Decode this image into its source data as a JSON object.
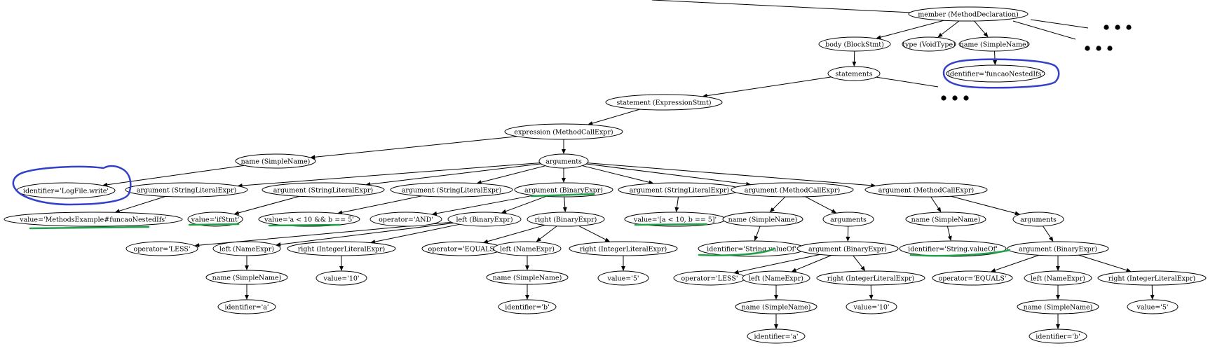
{
  "nodes": [
    {
      "id": "member",
      "label": "member (MethodDeclaration)"
    },
    {
      "id": "body",
      "label": "body (BlockStmt)"
    },
    {
      "id": "type",
      "label": "type (VoidType)"
    },
    {
      "id": "mname",
      "label": "name (SimpleName)"
    },
    {
      "id": "mident",
      "label": "identifier='funcaoNestedIfs'"
    },
    {
      "id": "statements",
      "label": "statements"
    },
    {
      "id": "stmt",
      "label": "statement (ExpressionStmt)"
    },
    {
      "id": "expr",
      "label": "expression (MethodCallExpr)"
    },
    {
      "id": "ename",
      "label": "name (SimpleName)"
    },
    {
      "id": "eident",
      "label": "identifier='LogFile.write'"
    },
    {
      "id": "args",
      "label": "arguments"
    },
    {
      "id": "a1",
      "label": "argument (StringLiteralExpr)"
    },
    {
      "id": "a1v",
      "label": "value='MethodsExample#funcaoNestedIfs'"
    },
    {
      "id": "a2",
      "label": "argument (StringLiteralExpr)"
    },
    {
      "id": "a2v",
      "label": "value='ifStmt'"
    },
    {
      "id": "a3",
      "label": "argument (StringLiteralExpr)"
    },
    {
      "id": "a3v",
      "label": "value='a < 10 && b == 5'"
    },
    {
      "id": "a4",
      "label": "argument (BinaryExpr)"
    },
    {
      "id": "a4op",
      "label": "operator='AND'"
    },
    {
      "id": "a4l",
      "label": "left (BinaryExpr)"
    },
    {
      "id": "a4lop",
      "label": "operator='LESS'"
    },
    {
      "id": "a4ll",
      "label": "left (NameExpr)"
    },
    {
      "id": "a4lln",
      "label": "name (SimpleName)"
    },
    {
      "id": "a4llni",
      "label": "identifier='a'"
    },
    {
      "id": "a4lr",
      "label": "right (IntegerLiteralExpr)"
    },
    {
      "id": "a4lrv",
      "label": "value='10'"
    },
    {
      "id": "a4r",
      "label": "right (BinaryExpr)"
    },
    {
      "id": "a4rop",
      "label": "operator='EQUALS'"
    },
    {
      "id": "a4rl",
      "label": "left (NameExpr)"
    },
    {
      "id": "a4rln",
      "label": "name (SimpleName)"
    },
    {
      "id": "a4rlni",
      "label": "identifier='b'"
    },
    {
      "id": "a4rr",
      "label": "right (IntegerLiteralExpr)"
    },
    {
      "id": "a4rrv",
      "label": "value='5'"
    },
    {
      "id": "a5",
      "label": "argument (StringLiteralExpr)"
    },
    {
      "id": "a5v",
      "label": "value='[a < 10, b == 5]'"
    },
    {
      "id": "a6",
      "label": "argument (MethodCallExpr)"
    },
    {
      "id": "a6n",
      "label": "name (SimpleName)"
    },
    {
      "id": "a6ni",
      "label": "identifier='String.valueOf'"
    },
    {
      "id": "a6args",
      "label": "arguments"
    },
    {
      "id": "a6b",
      "label": "argument (BinaryExpr)"
    },
    {
      "id": "a6bop",
      "label": "operator='LESS'"
    },
    {
      "id": "a6bl",
      "label": "left (NameExpr)"
    },
    {
      "id": "a6bln",
      "label": "name (SimpleName)"
    },
    {
      "id": "a6blni",
      "label": "identifier='a'"
    },
    {
      "id": "a6br",
      "label": "right (IntegerLiteralExpr)"
    },
    {
      "id": "a6brv",
      "label": "value='10'"
    },
    {
      "id": "a7",
      "label": "argument (MethodCallExpr)"
    },
    {
      "id": "a7n",
      "label": "name (SimpleName)"
    },
    {
      "id": "a7ni",
      "label": "identifier='String.valueOf'"
    },
    {
      "id": "a7args",
      "label": "arguments"
    },
    {
      "id": "a7b",
      "label": "argument (BinaryExpr)"
    },
    {
      "id": "a7bop",
      "label": "operator='EQUALS'"
    },
    {
      "id": "a7bl",
      "label": "left (NameExpr)"
    },
    {
      "id": "a7bln",
      "label": "name (SimpleName)"
    },
    {
      "id": "a7blni",
      "label": "identifier='b'"
    },
    {
      "id": "a7br",
      "label": "right (IntegerLiteralExpr)"
    },
    {
      "id": "a7brv",
      "label": "value='5'"
    }
  ],
  "edges": [
    [
      "member",
      "body"
    ],
    [
      "member",
      "type"
    ],
    [
      "member",
      "mname"
    ],
    [
      "mname",
      "mident"
    ],
    [
      "body",
      "statements"
    ],
    [
      "statements",
      "stmt"
    ],
    [
      "stmt",
      "expr"
    ],
    [
      "expr",
      "ename"
    ],
    [
      "expr",
      "args"
    ],
    [
      "ename",
      "eident"
    ],
    [
      "args",
      "a1"
    ],
    [
      "args",
      "a2"
    ],
    [
      "args",
      "a3"
    ],
    [
      "args",
      "a4"
    ],
    [
      "args",
      "a5"
    ],
    [
      "args",
      "a6"
    ],
    [
      "args",
      "a7"
    ],
    [
      "a1",
      "a1v"
    ],
    [
      "a2",
      "a2v"
    ],
    [
      "a3",
      "a3v"
    ],
    [
      "a4",
      "a4op"
    ],
    [
      "a4",
      "a4l"
    ],
    [
      "a4",
      "a4r"
    ],
    [
      "a4l",
      "a4lop"
    ],
    [
      "a4l",
      "a4ll"
    ],
    [
      "a4l",
      "a4lr"
    ],
    [
      "a4ll",
      "a4lln"
    ],
    [
      "a4lln",
      "a4llni"
    ],
    [
      "a4lr",
      "a4lrv"
    ],
    [
      "a4r",
      "a4rop"
    ],
    [
      "a4r",
      "a4rl"
    ],
    [
      "a4r",
      "a4rr"
    ],
    [
      "a4rl",
      "a4rln"
    ],
    [
      "a4rln",
      "a4rlni"
    ],
    [
      "a4rr",
      "a4rrv"
    ],
    [
      "a5",
      "a5v"
    ],
    [
      "a6",
      "a6n"
    ],
    [
      "a6",
      "a6args"
    ],
    [
      "a6n",
      "a6ni"
    ],
    [
      "a6args",
      "a6b"
    ],
    [
      "a6b",
      "a6bop"
    ],
    [
      "a6b",
      "a6bl"
    ],
    [
      "a6b",
      "a6br"
    ],
    [
      "a6bl",
      "a6bln"
    ],
    [
      "a6bln",
      "a6blni"
    ],
    [
      "a6br",
      "a6brv"
    ],
    [
      "a7",
      "a7n"
    ],
    [
      "a7",
      "a7args"
    ],
    [
      "a7n",
      "a7ni"
    ],
    [
      "a7args",
      "a7b"
    ],
    [
      "a7b",
      "a7bop"
    ],
    [
      "a7b",
      "a7bl"
    ],
    [
      "a7b",
      "a7br"
    ],
    [
      "a7bl",
      "a7bln"
    ],
    [
      "a7bln",
      "a7blni"
    ],
    [
      "a7br",
      "a7brv"
    ]
  ],
  "highlights": {
    "circled": [
      "eident",
      "mident"
    ],
    "underlined": [
      "a1v",
      "a2v",
      "a3v",
      "a4",
      "a5v",
      "a6ni",
      "a7ni"
    ]
  },
  "colors": {
    "circle_mark": "#3340c8",
    "underline_mark": "#22a04a"
  }
}
